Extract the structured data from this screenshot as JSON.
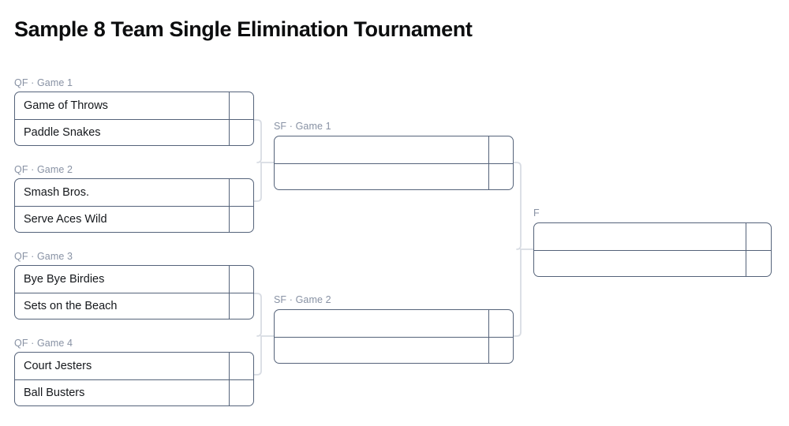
{
  "page": {
    "title": "Sample 8 Team Single Elimination Tournament",
    "background_color": "#ffffff",
    "border_color": "#55637a",
    "connector_color": "#d8dce3",
    "label_color": "#8892a4",
    "team_text_color": "#15181c"
  },
  "rounds": [
    {
      "key": "quarterfinals",
      "code": "QF",
      "matches": [
        {
          "label": "QF · Game 1",
          "slots": [
            {
              "team": "Game of Throws",
              "score": ""
            },
            {
              "team": "Paddle Snakes",
              "score": ""
            }
          ]
        },
        {
          "label": "QF · Game 2",
          "slots": [
            {
              "team": "Smash Bros.",
              "score": ""
            },
            {
              "team": "Serve Aces Wild",
              "score": ""
            }
          ]
        },
        {
          "label": "QF · Game 3",
          "slots": [
            {
              "team": "Bye Bye Birdies",
              "score": ""
            },
            {
              "team": "Sets on the Beach",
              "score": ""
            }
          ]
        },
        {
          "label": "QF · Game 4",
          "slots": [
            {
              "team": "Court Jesters",
              "score": ""
            },
            {
              "team": "Ball Busters",
              "score": ""
            }
          ]
        }
      ]
    },
    {
      "key": "semifinals",
      "code": "SF",
      "matches": [
        {
          "label": "SF · Game 1",
          "slots": [
            {
              "team": "",
              "score": ""
            },
            {
              "team": "",
              "score": ""
            }
          ]
        },
        {
          "label": "SF · Game 2",
          "slots": [
            {
              "team": "",
              "score": ""
            },
            {
              "team": "",
              "score": ""
            }
          ]
        }
      ]
    },
    {
      "key": "final",
      "code": "F",
      "matches": [
        {
          "label": "F",
          "slots": [
            {
              "team": "",
              "score": ""
            },
            {
              "team": "",
              "score": ""
            }
          ]
        }
      ]
    }
  ]
}
